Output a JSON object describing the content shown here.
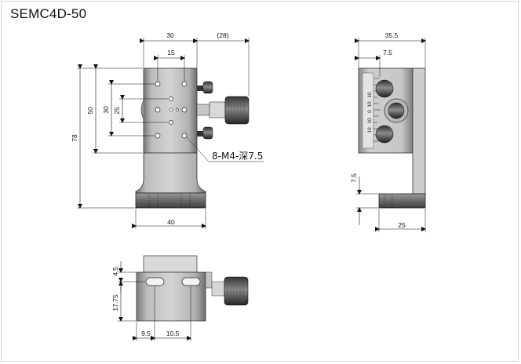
{
  "title": "SEMC4D-50",
  "front_view": {
    "dims": {
      "top_width": "30",
      "top_offset": "(28)",
      "hole_spacing_x": "15",
      "total_height": "78",
      "body_height": "50",
      "hole_span_y": "30",
      "hole_span_y_inner": "25",
      "base_width": "40"
    },
    "thread_note": "8-M4-深7.5"
  },
  "side_view": {
    "dims": {
      "total_depth": "35.5",
      "scale_offset": "7.5",
      "base_height": "7.5",
      "base_depth": "25"
    },
    "scale_labels": [
      "10",
      "10",
      "0",
      "10",
      "10"
    ]
  },
  "bottom_view": {
    "dims": {
      "edge_offset": "4.5",
      "slot_height": "17.75",
      "slot_x1": "9.5",
      "slot_x2": "10.5"
    }
  }
}
